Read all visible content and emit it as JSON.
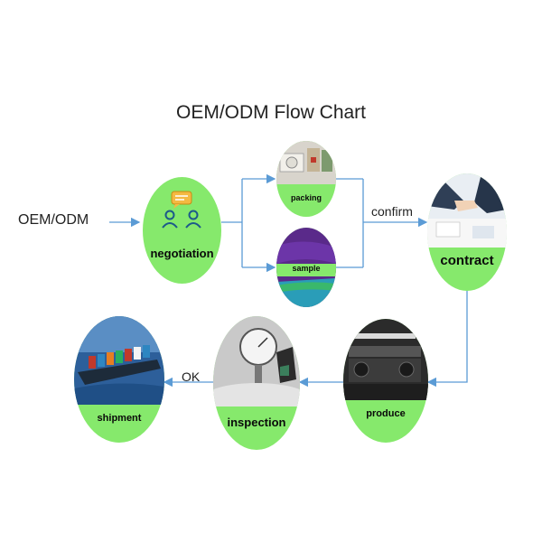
{
  "title": "OEM/ODM Flow Chart",
  "start_label": "OEM/ODM",
  "edge_labels": {
    "confirm": "confirm",
    "ok": "OK"
  },
  "nodes": {
    "negotiation": "negotiation",
    "packing": "packing",
    "sample": "sample",
    "contract": "contract",
    "produce": "produce",
    "inspection": "inspection",
    "shipment": "shipment"
  },
  "colors": {
    "node_fill": "#86e96c",
    "arrow": "#5b9bd5",
    "text": "#222222"
  }
}
